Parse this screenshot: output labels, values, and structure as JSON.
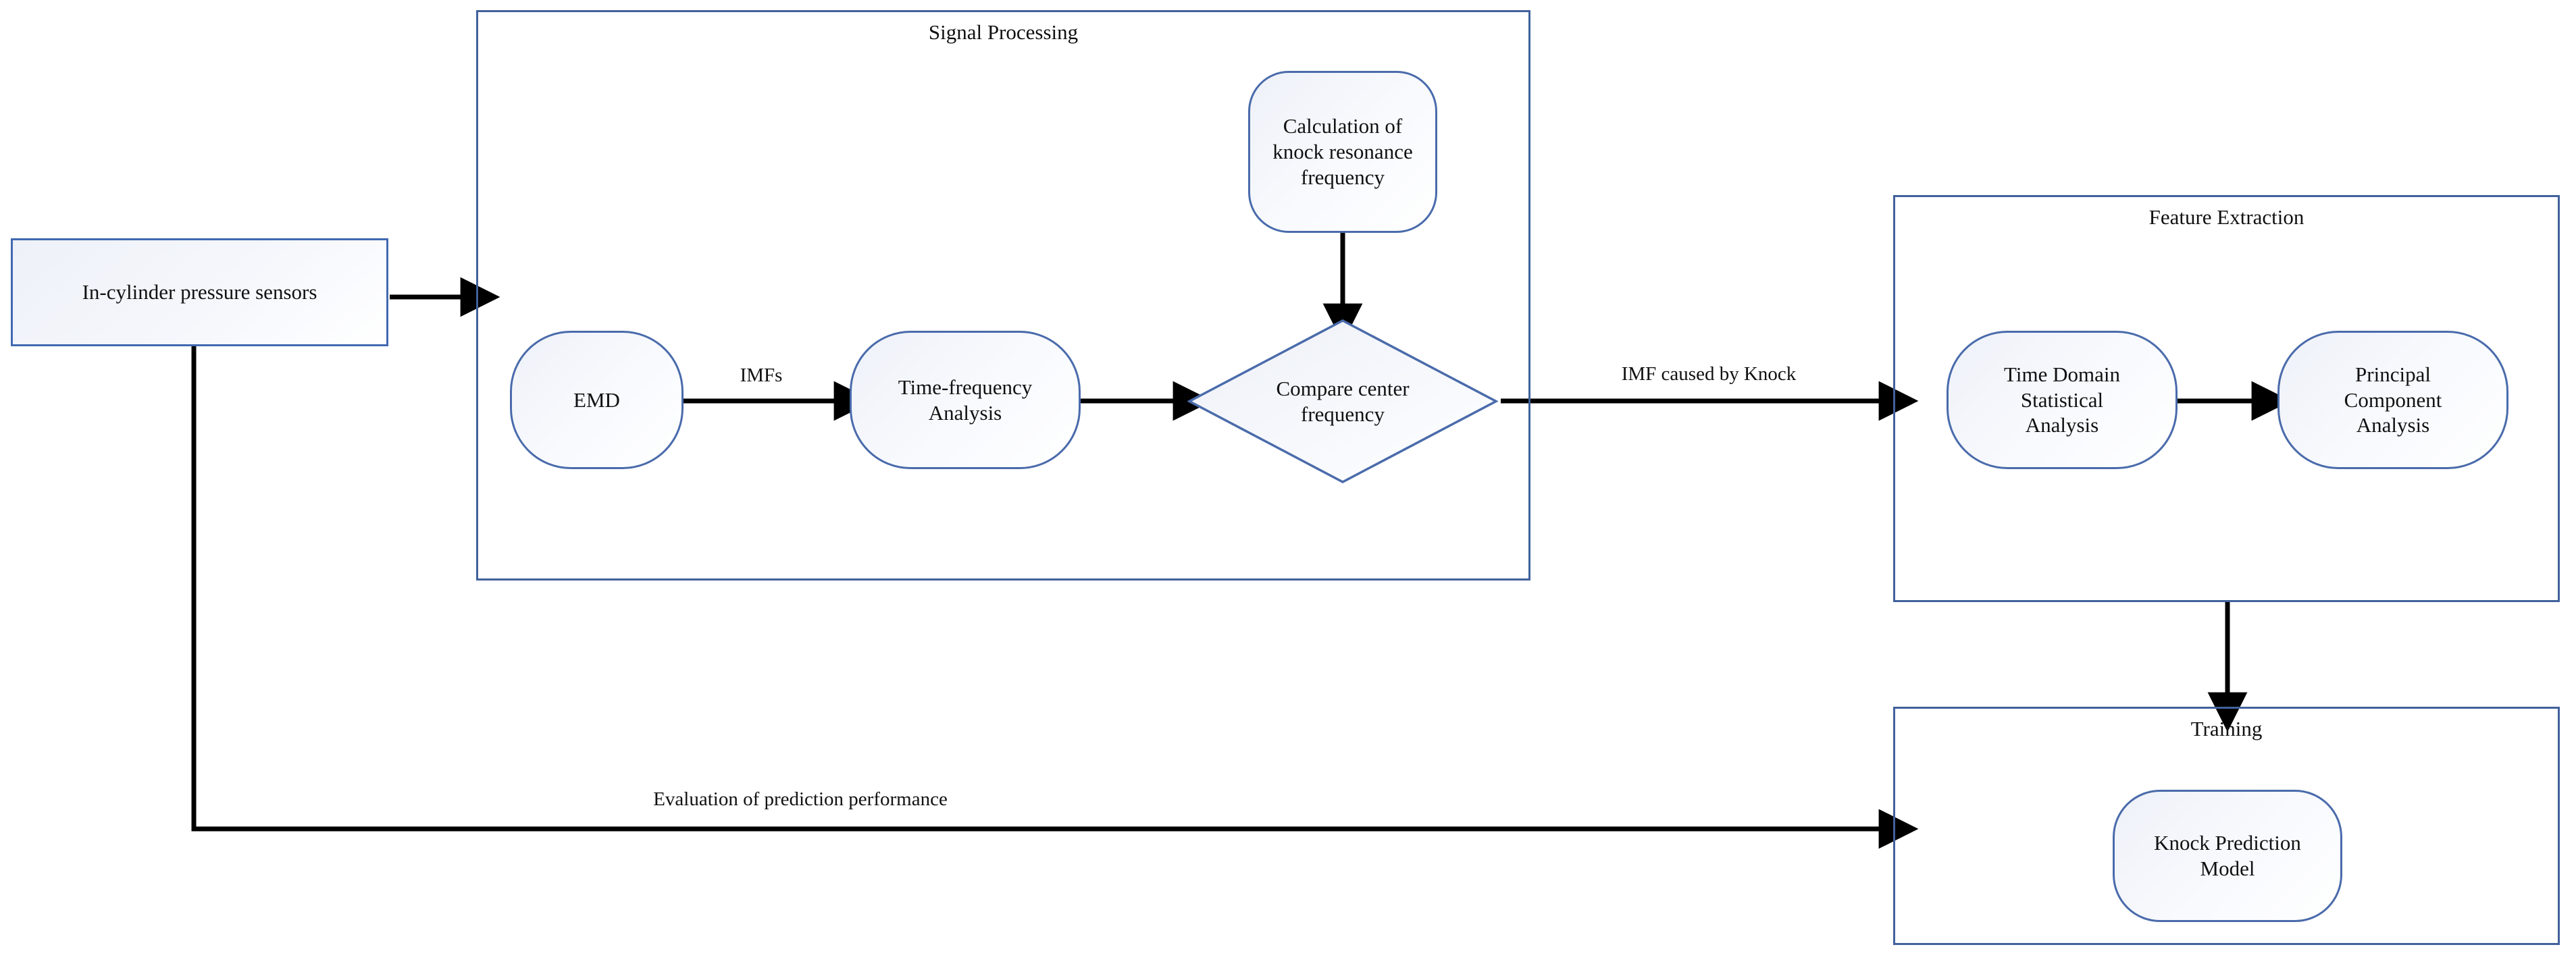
{
  "diagram": {
    "title": "Knock prediction workflow flowchart",
    "colors": {
      "group_border": "#41619c",
      "node_border": "#4a6bab",
      "node_fill_start": "#eef1f8",
      "node_fill_end": "#ffffff",
      "arrow": "#000000",
      "background": "#ffffff"
    }
  },
  "nodes": {
    "pressure_sensors": {
      "label": "In-cylinder pressure sensors"
    },
    "emd": {
      "label": "EMD"
    },
    "time_frequency_analysis": {
      "label": "Time-frequency\nAnalysis"
    },
    "time_frequency_analysis_lines": [
      "Time-frequency",
      "Analysis"
    ],
    "calculation_knock_resonance": {
      "label": "Calculation of\nknock resonance\nfrequency"
    },
    "calculation_knock_resonance_lines": [
      "Calculation of",
      "knock resonance",
      "frequency"
    ],
    "compare_center_frequency": {
      "label": "Compare center\nfrequency"
    },
    "compare_center_frequency_lines": [
      "Compare center",
      "frequency"
    ],
    "time_domain_statistical_analysis": {
      "label": "Time Domain\nStatistical\nAnalysis"
    },
    "time_domain_statistical_analysis_lines": [
      "Time Domain",
      "Statistical",
      "Analysis"
    ],
    "principal_component_analysis": {
      "label": "Principal\nComponent\nAnalysis"
    },
    "principal_component_analysis_lines": [
      "Principal",
      "Component",
      "Analysis"
    ],
    "knock_prediction_model": {
      "label": "Knock Prediction\nModel"
    },
    "knock_prediction_model_lines": [
      "Knock Prediction",
      "Model"
    ]
  },
  "groups": {
    "signal_processing": {
      "title": "Signal Processing"
    },
    "feature_extraction": {
      "title": "Feature Extraction"
    },
    "training": {
      "title": "Training"
    }
  },
  "edge_labels": {
    "imfs": "IMFs",
    "imf_caused_by_knock": "IMF caused by Knock",
    "evaluation_of_prediction_performance": "Evaluation of prediction performance"
  }
}
